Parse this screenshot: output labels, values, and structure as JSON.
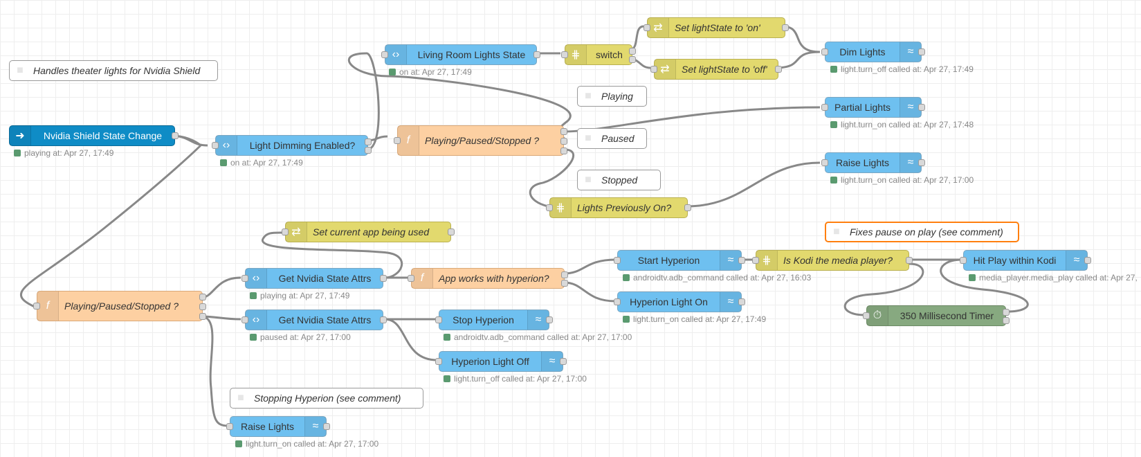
{
  "colors": {
    "canvas_bg": "#ffffff",
    "grid": "#eeeeee",
    "wire": "#888888",
    "blue_node": "#6ec0f0",
    "event_node": "#0f8cc6",
    "switch_node": "#e2d96e",
    "function_node": "#fdd0a2",
    "timer_node": "#87a980",
    "status_dot": "#5a9a6f",
    "highlight_border": "#ff7f0e"
  },
  "comments": {
    "handles": "Handles theater lights for Nvidia Shield",
    "playing": "Playing",
    "paused": "Paused",
    "stopped": "Stopped",
    "fixes_pause": "Fixes pause on play (see comment)",
    "stopping_hyperion": "Stopping Hyperion (see comment)"
  },
  "nodes": {
    "living_room_lights_state": {
      "label": "Living Room Lights State",
      "status": "on at: Apr 27, 17:49",
      "icon": "api-icon"
    },
    "switch": {
      "label": "switch",
      "icon": "switch-icon"
    },
    "set_lightstate_on": {
      "label": "Set lightState to 'on'",
      "icon": "change-icon"
    },
    "set_lightstate_off": {
      "label": "Set lightState to 'off'",
      "icon": "change-icon"
    },
    "dim_lights": {
      "label": "Dim Lights",
      "status": "light.turn_off called at: Apr 27, 17:49",
      "icon": "service-icon"
    },
    "partial_lights": {
      "label": "Partial Lights",
      "status": "light.turn_on called at: Apr 27, 17:48",
      "icon": "service-icon"
    },
    "raise_lights_top": {
      "label": "Raise Lights",
      "status": "light.turn_on called at: Apr 27, 17:00",
      "icon": "service-icon"
    },
    "nvidia_shield_state_change": {
      "label": "Nvidia Shield State Change",
      "status": "playing at: Apr 27, 17:49",
      "icon": "event-icon"
    },
    "light_dimming_enabled": {
      "label": "Light Dimming Enabled?",
      "status": "on at: Apr 27, 17:49",
      "icon": "api-icon"
    },
    "playing_paused_stopped_top": {
      "label": "Playing/Paused/Stopped ?",
      "icon": "function-icon"
    },
    "lights_previously_on": {
      "label": "Lights Previously On?",
      "icon": "switch-icon"
    },
    "set_current_app": {
      "label": "Set current app being used",
      "icon": "change-icon"
    },
    "get_nvidia_state_attrs_1": {
      "label": "Get Nvidia State Attrs",
      "status": "playing at: Apr 27, 17:49",
      "icon": "api-icon"
    },
    "get_nvidia_state_attrs_2": {
      "label": "Get Nvidia State Attrs",
      "status": "paused at: Apr 27, 17:00",
      "icon": "api-icon"
    },
    "playing_paused_stopped_bottom": {
      "label": "Playing/Paused/Stopped ?",
      "icon": "function-icon"
    },
    "app_works_with_hyperion": {
      "label": "App works with hyperion?",
      "icon": "function-icon"
    },
    "start_hyperion": {
      "label": "Start Hyperion",
      "status": "androidtv.adb_command called at: Apr 27, 16:03",
      "icon": "service-icon"
    },
    "hyperion_light_on": {
      "label": "Hyperion Light On",
      "status": "light.turn_on called at: Apr 27, 17:49",
      "icon": "service-icon"
    },
    "is_kodi_media_player": {
      "label": "Is Kodi the media player?",
      "icon": "switch-icon"
    },
    "hit_play_within_kodi": {
      "label": "Hit Play within Kodi",
      "status": "media_player.media_play called at: Apr 27,",
      "icon": "service-icon"
    },
    "timer_350ms": {
      "label": "350 Millisecond Timer",
      "icon": "timer-icon"
    },
    "stop_hyperion": {
      "label": "Stop Hyperion",
      "status": "androidtv.adb_command called at: Apr 27, 17:00",
      "icon": "service-icon"
    },
    "hyperion_light_off": {
      "label": "Hyperion Light Off",
      "status": "light.turn_off called at: Apr 27, 17:00",
      "icon": "service-icon"
    },
    "raise_lights_bottom": {
      "label": "Raise Lights",
      "status": "light.turn_on called at: Apr 27, 17:00",
      "icon": "service-icon"
    }
  }
}
